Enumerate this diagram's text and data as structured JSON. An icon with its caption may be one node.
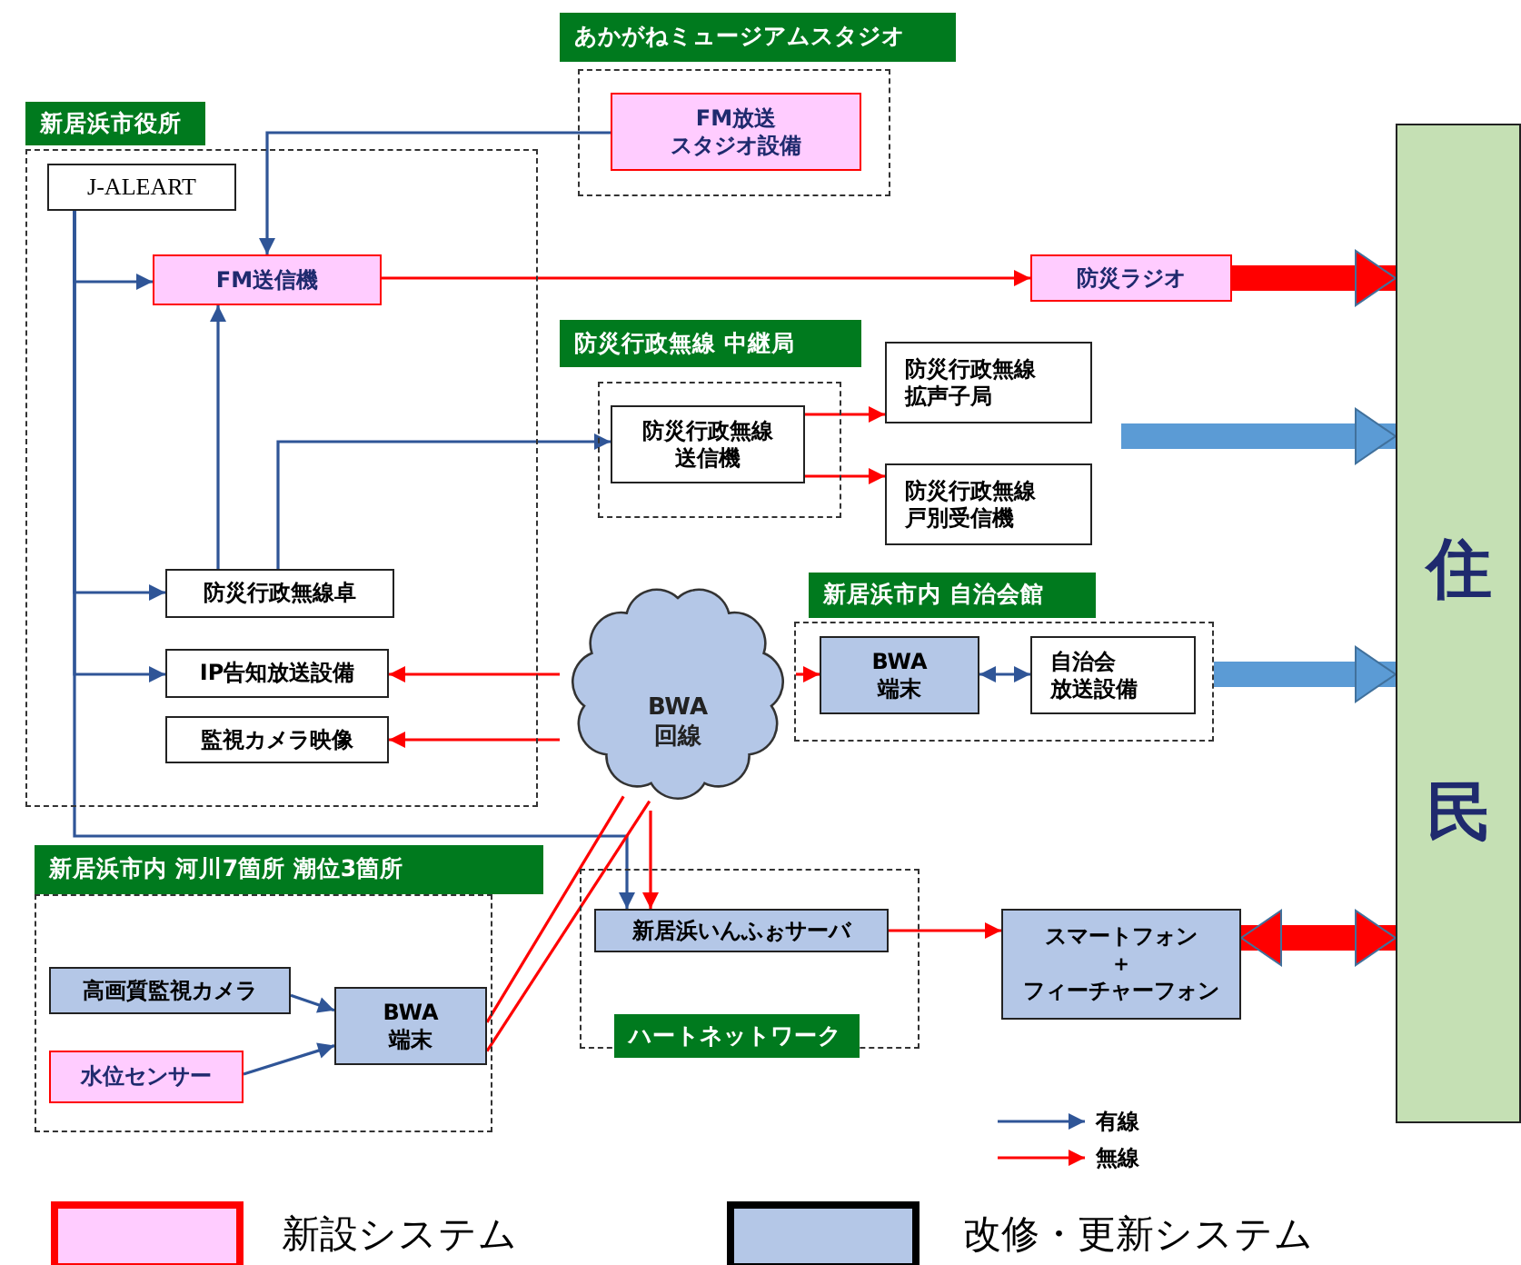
{
  "diagram": {
    "nodes": [
      {
        "text": [
          "新居浜市役所"
        ]
      },
      {
        "text": [
          "J-ALEART"
        ],
        "in": 0
      },
      {
        "text": [
          "FM送信機"
        ],
        "in": 0
      },
      {
        "text": [
          "防災行政無線卓"
        ],
        "in": 0
      },
      {
        "text": [
          "IP告知放送設備"
        ],
        "in": 0
      },
      {
        "text": [
          "監視カメラ映像"
        ],
        "in": 0
      },
      {
        "text": [
          "あかがねミュージアムスタジオ"
        ]
      },
      {
        "text": [
          "FM放送スタジオ設備"
        ],
        "in": 6
      },
      {
        "text": [
          "防災ラジオ"
        ]
      },
      {
        "text": [
          "防災行政無線 中継局"
        ]
      },
      {
        "text": [
          "防災行政無線送信機"
        ],
        "in": 9
      },
      {
        "text": [
          "防災行政無線拡声子局"
        ]
      },
      {
        "text": [
          "防災行政無線戸別受信機"
        ]
      },
      {
        "text": [
          "BWA 回線"
        ]
      },
      {
        "text": [
          "新居浜市内 自治会館"
        ]
      },
      {
        "text": [
          "BWA 端末"
        ],
        "in": 14
      },
      {
        "text": [
          "自治会放送設備"
        ],
        "in": 14
      },
      {
        "text": [
          "新居浜市内 河川7箇所 潮位3箇所"
        ]
      },
      {
        "text": [
          "高画質監視カメラ"
        ],
        "in": 17
      },
      {
        "text": [
          "水位センサー"
        ],
        "in": 17
      },
      {
        "text": [
          "BWA 端末"
        ],
        "in": 17
      },
      {
        "text": [
          "ハートネットワーク"
        ]
      },
      {
        "text": [
          "新居浜いんふぉサーバ"
        ],
        "in": 21
      },
      {
        "text": [
          "スマートフォン＋フィーチャーフォン"
        ]
      },
      {
        "text": [
          "住民"
        ]
      }
    ],
    "edges": [
      {
        "from": 1,
        "to": 2,
        "arrow": "to",
        "color": "#2f5597"
      },
      {
        "from": 1,
        "to": 3,
        "arrow": "to",
        "color": "#2f5597"
      },
      {
        "from": 1,
        "to": 4,
        "arrow": "to",
        "color": "#2f5597"
      },
      {
        "from": 1,
        "to": 22,
        "arrow": "to",
        "color": "#2f5597"
      },
      {
        "from": 7,
        "to": 2,
        "arrow": "to",
        "color": "#2f5597"
      },
      {
        "from": 3,
        "to": 2,
        "arrow": "to",
        "color": "#2f5597"
      },
      {
        "from": 3,
        "to": 10,
        "arrow": "to",
        "color": "#2f5597"
      },
      {
        "from": 2,
        "to": 8,
        "arrow": "to",
        "color": "#ff0000"
      },
      {
        "from": 10,
        "to": 11,
        "arrow": "to",
        "color": "#ff0000"
      },
      {
        "from": 10,
        "to": 12,
        "arrow": "to",
        "color": "#ff0000"
      },
      {
        "from": 13,
        "to": 4,
        "arrow": "to",
        "color": "#ff0000"
      },
      {
        "from": 13,
        "to": 15,
        "arrow": "to",
        "color": "#ff0000"
      },
      {
        "from": 13,
        "to": 5,
        "arrow": "to",
        "color": "#ff0000"
      },
      {
        "from": 20,
        "to": 13,
        "arrow": "none",
        "color": "#ff0000"
      },
      {
        "from": 20,
        "to": 13,
        "arrow": "none",
        "color": "#ff0000"
      },
      {
        "from": 13,
        "to": 22,
        "arrow": "to",
        "color": "#ff0000"
      },
      {
        "from": 18,
        "to": 20,
        "arrow": "to",
        "color": "#2f5597"
      },
      {
        "from": 19,
        "to": 20,
        "arrow": "to",
        "color": "#2f5597"
      },
      {
        "from": 15,
        "to": 16,
        "arrow": "both",
        "color": "#2f5597"
      },
      {
        "from": 22,
        "to": 23,
        "arrow": "to",
        "color": "#ff0000"
      },
      {
        "from": 8,
        "to": 24,
        "arrow": "to",
        "style": "thick",
        "color": "#ff0000"
      },
      {
        "from": null,
        "to": 24,
        "arrow": "to",
        "style": "thick",
        "color": "#5b9bd5"
      },
      {
        "from": 14,
        "to": 24,
        "arrow": "to",
        "style": "thick",
        "color": "#5b9bd5"
      },
      {
        "from": 23,
        "to": 24,
        "arrow": "both",
        "style": "thick",
        "color": "#ff0000"
      }
    ],
    "legend": [
      {
        "text": "有線"
      },
      {
        "text": "無線"
      },
      {
        "text": "新設システム",
        "color": "#ffccff"
      },
      {
        "text": "改修・更新システム",
        "color": "#b4c7e7"
      }
    ]
  }
}
